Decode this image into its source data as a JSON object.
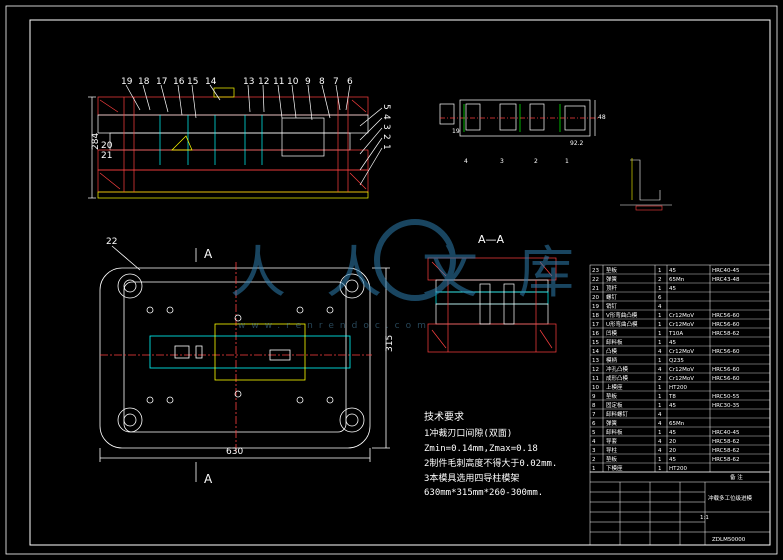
{
  "front_view": {
    "part_numbers": [
      "19",
      "18",
      "17",
      "16",
      "15",
      "14",
      "13",
      "12",
      "11",
      "10",
      "9",
      "8",
      "7",
      "6"
    ],
    "right_numbers": [
      "5",
      "4",
      "3",
      "2",
      "1"
    ],
    "left_numbers": [
      "20",
      "21"
    ],
    "dim_height": "284"
  },
  "strip_layout": {
    "dim_width": "92.2",
    "dim_side": "19",
    "dim_right": "48",
    "steps": [
      "4",
      "3",
      "2",
      "1"
    ]
  },
  "plan_view": {
    "part_label": "22",
    "section_mark": "A",
    "dim_width": "630",
    "dim_height": "315"
  },
  "section_view": {
    "title": "A—A"
  },
  "watermark": {
    "cn": "人人文库",
    "url": "www.renrendoc.com"
  },
  "tech_req": {
    "title": "技术要求",
    "lines": [
      "1冲裁刃口间隙(双面)",
      "Zmin=0.14mm,Zmax=0.18",
      "2制件毛刺高度不得大于0.02mm.",
      "3本模具选用四导柱模架",
      "630mm*315mm*260-300mm."
    ]
  },
  "bom": {
    "rows": [
      {
        "no": "23",
        "name": "垫板",
        "qty": "1",
        "mat": "45",
        "note": "HRC40-45"
      },
      {
        "no": "22",
        "name": "弹簧",
        "qty": "2",
        "mat": "65Mn",
        "note": "HRC43-48"
      },
      {
        "no": "21",
        "name": "顶杆",
        "qty": "1",
        "mat": "45",
        "note": ""
      },
      {
        "no": "20",
        "name": "螺钉",
        "qty": "6",
        "mat": "",
        "note": ""
      },
      {
        "no": "19",
        "name": "销钉",
        "qty": "4",
        "mat": "",
        "note": ""
      },
      {
        "no": "18",
        "name": "V形弯曲凸模",
        "qty": "1",
        "mat": "Cr12MoV",
        "note": "HRC56-60"
      },
      {
        "no": "17",
        "name": "U形弯曲凸模",
        "qty": "1",
        "mat": "Cr12MoV",
        "note": "HRC56-60"
      },
      {
        "no": "16",
        "name": "凹模",
        "qty": "1",
        "mat": "T10A",
        "note": "HRC58-62"
      },
      {
        "no": "15",
        "name": "卸料板",
        "qty": "1",
        "mat": "45",
        "note": ""
      },
      {
        "no": "14",
        "name": "凸模",
        "qty": "4",
        "mat": "Cr12MoV",
        "note": "HRC56-60"
      },
      {
        "no": "13",
        "name": "模柄",
        "qty": "1",
        "mat": "Q235",
        "note": ""
      },
      {
        "no": "12",
        "name": "冲孔凸模",
        "qty": "4",
        "mat": "Cr12MoV",
        "note": "HRC56-60"
      },
      {
        "no": "11",
        "name": "成形凸模",
        "qty": "2",
        "mat": "Cr12MoV",
        "note": "HRC56-60"
      },
      {
        "no": "10",
        "name": "上模座",
        "qty": "1",
        "mat": "HT200",
        "note": ""
      },
      {
        "no": "9",
        "name": "垫板",
        "qty": "1",
        "mat": "T8",
        "note": "HRC50-55"
      },
      {
        "no": "8",
        "name": "固定板",
        "qty": "1",
        "mat": "45",
        "note": "HRC30-35"
      },
      {
        "no": "7",
        "name": "卸料螺钉",
        "qty": "4",
        "mat": "",
        "note": ""
      },
      {
        "no": "6",
        "name": "弹簧",
        "qty": "4",
        "mat": "65Mn",
        "note": ""
      },
      {
        "no": "5",
        "name": "卸料板",
        "qty": "1",
        "mat": "45",
        "note": "HRC40-45"
      },
      {
        "no": "4",
        "name": "导套",
        "qty": "4",
        "mat": "20",
        "note": "HRC58-62"
      },
      {
        "no": "3",
        "name": "导柱",
        "qty": "4",
        "mat": "20",
        "note": "HRC58-62"
      },
      {
        "no": "2",
        "name": "垫板",
        "qty": "1",
        "mat": "45",
        "note": "HRC58-62"
      },
      {
        "no": "1",
        "name": "下模座",
        "qty": "1",
        "mat": "HT200",
        "note": ""
      }
    ]
  },
  "title_block": {
    "title": "冲载多工位级进模",
    "remark": "备 注",
    "drawing_no": "ZDLM50000",
    "scale": "1:1"
  }
}
